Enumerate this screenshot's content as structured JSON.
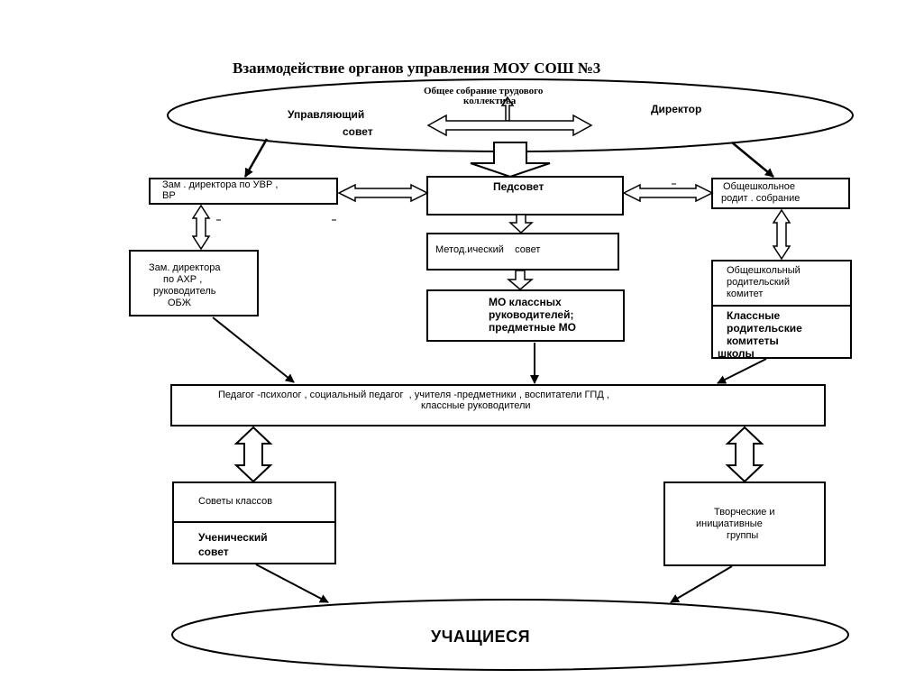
{
  "title": "Взаимодействие органов управления МОУ СОШ №3",
  "top_ellipse": {
    "line1": "Общее собрание трудового",
    "line2": "коллектива",
    "council_line1": "Управляющий",
    "council_line2": "совет",
    "director": "Директор"
  },
  "zam_uvr": {
    "line1": "Зам . директора по УВР ,",
    "line2": "ВР"
  },
  "pedsovet": "Педсовет",
  "parent_meeting": {
    "line1": "Общешкольное",
    "line2": "родит . собрание"
  },
  "metod_sovet": "Метод.ический    совет",
  "zam_ahr": {
    "line1": "Зам. директора",
    "line2": "по АХР ,",
    "line3": "руководитель",
    "line4": "ОБЖ"
  },
  "mo": {
    "line1": "МО классных",
    "line2": "руководителей;",
    "line3": "предметные МО"
  },
  "parent_committee": {
    "line1": "Общешкольный",
    "line2": "родительский",
    "line3": "комитет"
  },
  "class_parent_committees": {
    "line1": "Классные",
    "line2": "родительские",
    "line3": "комитеты",
    "line4": "школы"
  },
  "staff": {
    "line1": "Педагог -психолог , социальный педагог  , учителя -предметники , воспитатели ГПД ,",
    "line2": "классные руководители"
  },
  "class_councils": "Советы классов",
  "student_council": {
    "line1": "Ученический",
    "line2": "совет"
  },
  "creative_groups": {
    "line1": "Творческие и",
    "line2": "инициативные",
    "line3": "группы"
  },
  "students": "УЧАЩИЕСЯ",
  "colors": {
    "stroke": "#000000",
    "background": "#ffffff"
  }
}
